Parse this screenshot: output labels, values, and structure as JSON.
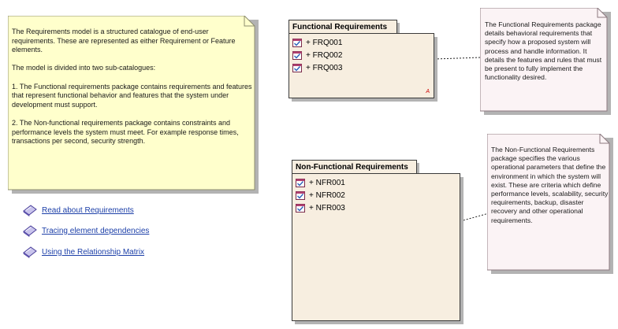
{
  "model_note": {
    "paragraphs": [
      "The Requirements model is a structured catalogue of end-user requirements. These are represented as either Requirement or Feature elements.",
      "The model is divided into two sub-catalogues:",
      "1. The Functional requirements package contains requirements and features that represent functional behavior and features that the system under development must support.",
      "2. The Non-functional requirements package contains constraints and performance levels the system must meet. For example response times, transactions per second, security strength."
    ]
  },
  "links": [
    {
      "label": "Read about Requirements",
      "icon": "book-link-icon"
    },
    {
      "label": "Tracing element dependencies",
      "icon": "book-link-icon"
    },
    {
      "label": "Using the Relationship Matrix",
      "icon": "book-link-icon"
    }
  ],
  "functional_package": {
    "title": "Functional Requirements",
    "items": [
      "+ FRQ001",
      "+ FRQ002",
      "+ FRQ003"
    ],
    "abstract_mark": "A"
  },
  "nonfunctional_package": {
    "title": "Non-Functional Requirements",
    "items": [
      "+ NFR001",
      "+ NFR002",
      "+ NFR003"
    ]
  },
  "functional_note": {
    "text": "The Functional Requirements package details behavioral requirements that specify how a proposed system will process and handle information. It details the features and rules that must be present to fully implement the functionality desired."
  },
  "nonfunctional_note": {
    "text": "The Non-Functional Requirements package specifies the various operational parameters that define the environment in which the system will exist. These are criteria which define performance levels, scalability, security requirements, backup, disaster recovery and other operational requirements."
  },
  "colors": {
    "note_fill_yellow": "#ffffcc",
    "note_fill_pink": "#fbf3f5",
    "package_fill": "#f7eee0",
    "link_text": "#1c3fa8",
    "abstract_mark": "#cc0000"
  }
}
